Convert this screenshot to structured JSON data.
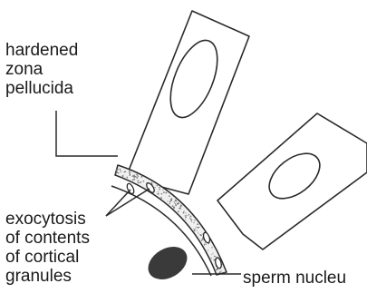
{
  "labels": {
    "zona": "hardened\nzona\npellucida",
    "exocytosis": "exocytosis\nof contents\nof cortical\ngranules",
    "sperm": "sperm nucleu"
  },
  "colors": {
    "line": "#2a2a2a",
    "sperm_nucleus": "#3a3a3a",
    "zona_fill": "#f0f0f0",
    "speckle": "#7a7a7a"
  }
}
